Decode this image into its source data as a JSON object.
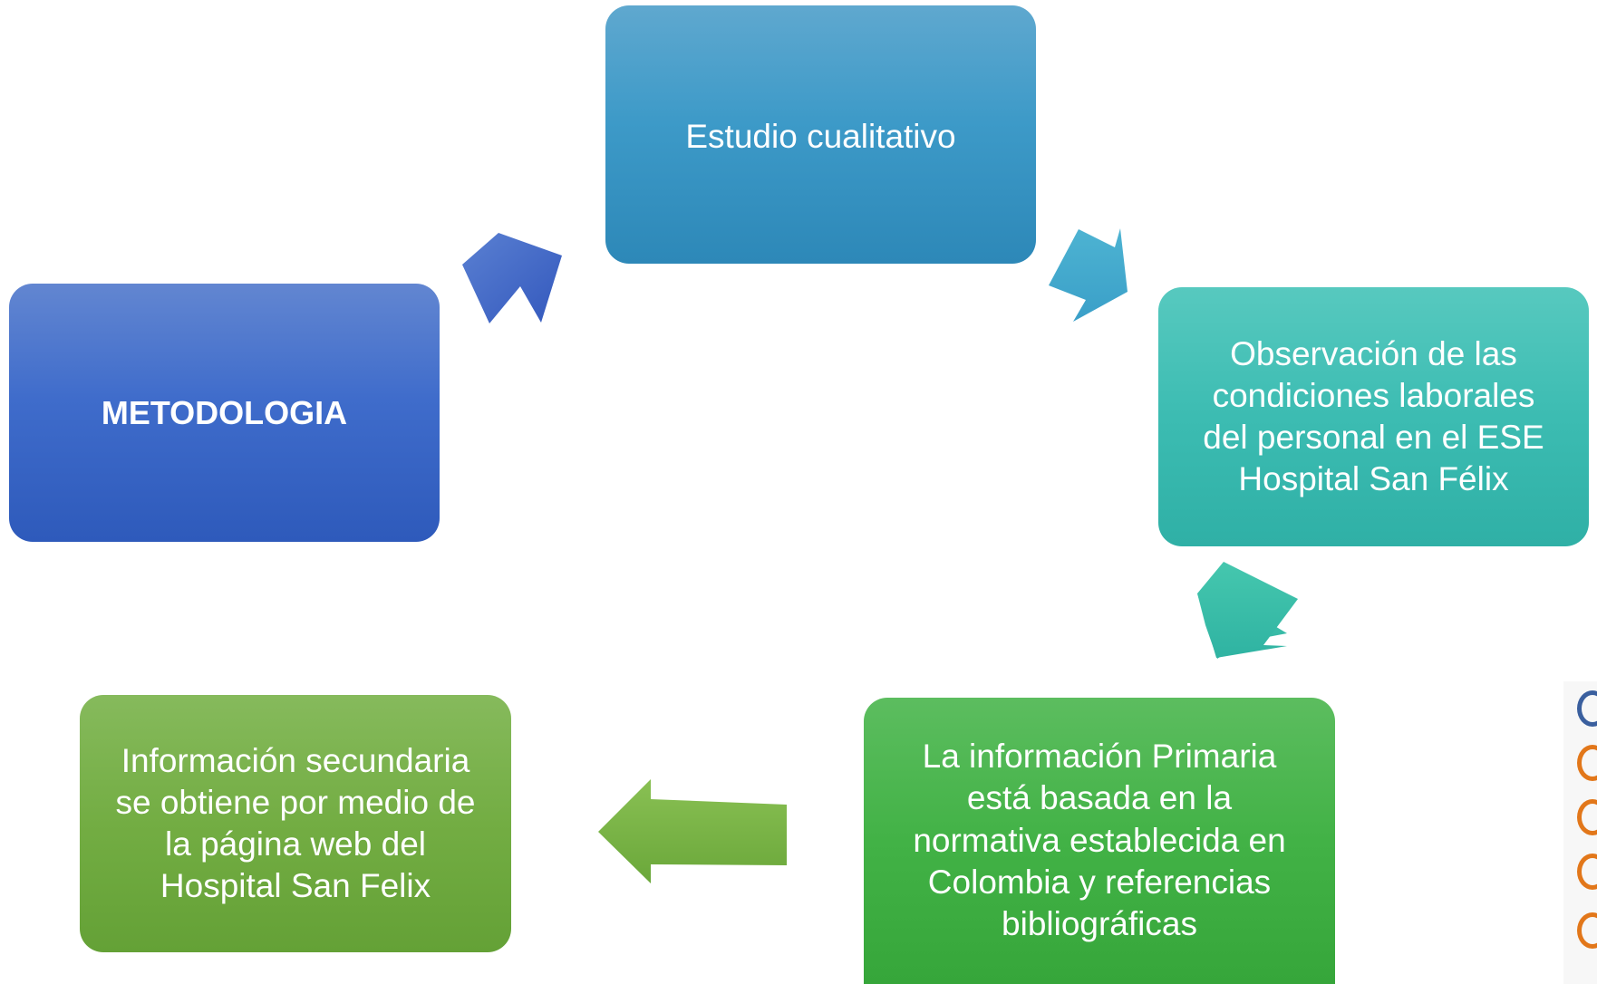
{
  "diagram": {
    "nodes": {
      "metodologia": "METODOLOGIA",
      "estudio": "Estudio cualitativo",
      "observacion": "Observación de las\ncondiciones laborales\ndel personal en el ESE\nHospital San Félix",
      "primaria": "La información Primaria\nestá basada en la\nnormativa establecida en\nColombia y referencias\nbibliográficas",
      "secundaria": "Información secundaria\nse obtiene por medio de\nla página web del\nHospital San Felix"
    },
    "colors": {
      "metodologia": "#3f6ccb",
      "estudio": "#3d9ac8",
      "observacion": "#3cbcb2",
      "primaria": "#42b246",
      "secundaria": "#73ad43"
    }
  }
}
